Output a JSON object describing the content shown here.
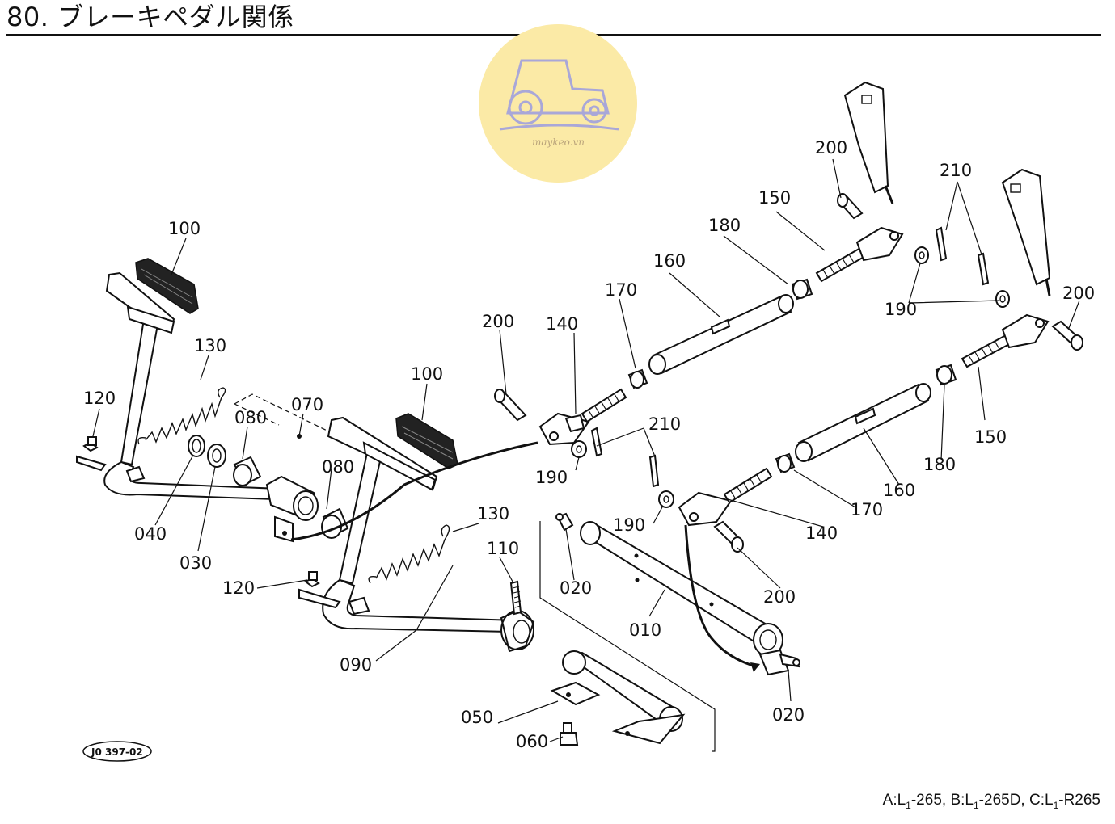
{
  "header": {
    "title": "80. ブレーキペダル関係"
  },
  "watermark": {
    "text": "maykeo.vn",
    "circle_color": "#fbeaa6",
    "logo_color": "#a9a7d8"
  },
  "diagram": {
    "reference_code": "J0 397-02",
    "callouts": {
      "p100a": "100",
      "p100b": "100",
      "p130a": "130",
      "p130b": "130",
      "p120a": "120",
      "p120b": "120",
      "p070": "070",
      "p080a": "080",
      "p080b": "080",
      "p040": "040",
      "p030": "030",
      "p090": "090",
      "p050": "050",
      "p060": "060",
      "p110": "110",
      "p020a": "020",
      "p020b": "020",
      "p010": "010",
      "p200a": "200",
      "p200b": "200",
      "p200c": "200",
      "p200d": "200",
      "p140a": "140",
      "p140b": "140",
      "p170a": "170",
      "p170b": "170",
      "p160a": "160",
      "p160b": "160",
      "p180a": "180",
      "p180b": "180",
      "p150a": "150",
      "p150b": "150",
      "p190a": "190",
      "p190b": "190",
      "p190c": "190",
      "p210a": "210",
      "p210b": "210"
    }
  },
  "footer": {
    "models": [
      "A:L",
      "1",
      "-265, ",
      "B:L",
      "1",
      "-265D, ",
      "C:L",
      "1",
      "-R265"
    ]
  }
}
